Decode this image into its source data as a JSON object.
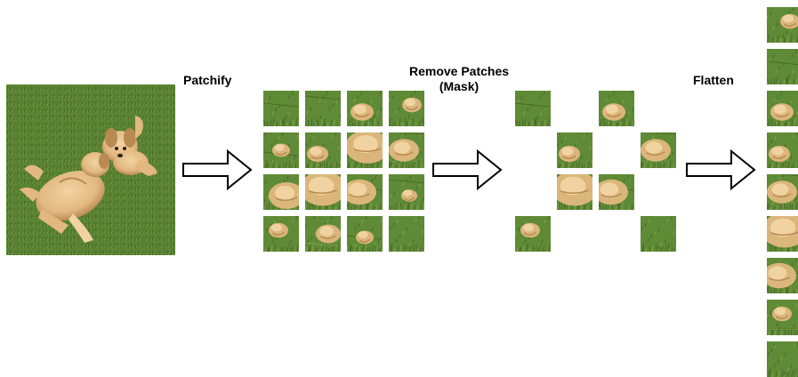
{
  "labels": {
    "patchify": "Patchify",
    "remove_line1": "Remove Patches",
    "remove_line2": "(Mask)",
    "flatten": "Flatten"
  },
  "colors": {
    "grass_dark": "#4a6b2a",
    "grass_mid": "#5f8a36",
    "grass_light": "#7ea24a",
    "dog_fur": "#e2b880",
    "dog_fur_light": "#f1d3a2",
    "dog_fur_dark": "#b98a52",
    "arrow_stroke": "#000000",
    "arrow_fill": "#ffffff"
  },
  "patches": {
    "grid_rows": 4,
    "grid_cols": 4,
    "kept": [
      {
        "row": 0,
        "col": 0
      },
      {
        "row": 0,
        "col": 2
      },
      {
        "row": 1,
        "col": 1
      },
      {
        "row": 1,
        "col": 3
      },
      {
        "row": 2,
        "col": 1
      },
      {
        "row": 2,
        "col": 2
      },
      {
        "row": 3,
        "col": 0
      },
      {
        "row": 3,
        "col": 3
      }
    ],
    "flatten_extra": {
      "row": 0,
      "col": 3
    }
  }
}
